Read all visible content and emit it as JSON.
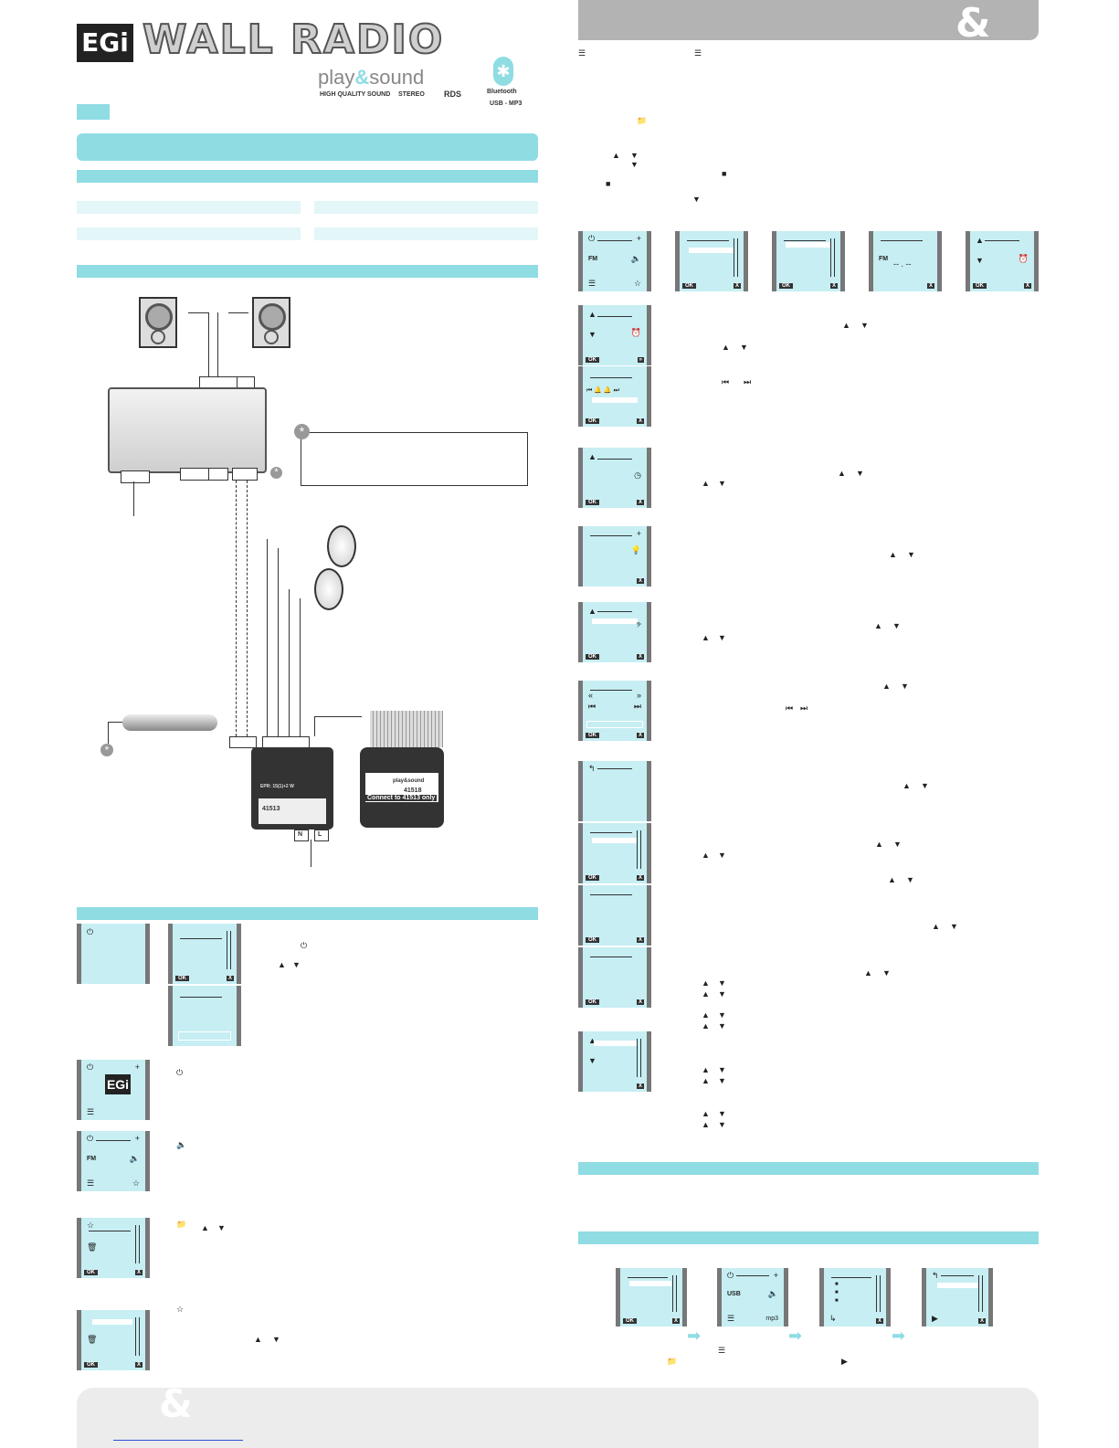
{
  "header": {
    "logo": "EGi",
    "title": "WALL RADIO",
    "brand_left": "play",
    "brand_amp": "&",
    "brand_right": "sound",
    "tagline": "HIGH QUALITY SOUND",
    "stereo": "STEREO",
    "rds": "RDS",
    "bluetooth": "Bluetooth",
    "usb": "USB - MP3"
  },
  "diagram": {
    "module_text": "41518",
    "connect_label": "Connect to 41513 only",
    "module_brand": "play&sound",
    "main_model": "41513",
    "power_label": "EPR: 15(1)+2 W",
    "terminals": [
      "N",
      "L"
    ]
  },
  "colors": {
    "accent": "#8fdce3",
    "light": "#e3f6f8",
    "lcd": "#c6eef3"
  },
  "lcd_labels": {
    "ok": "OK",
    "x": "X",
    "fm": "FM",
    "usb": "USB",
    "mp3": "mp3"
  },
  "footer": {
    "amp": "&"
  }
}
